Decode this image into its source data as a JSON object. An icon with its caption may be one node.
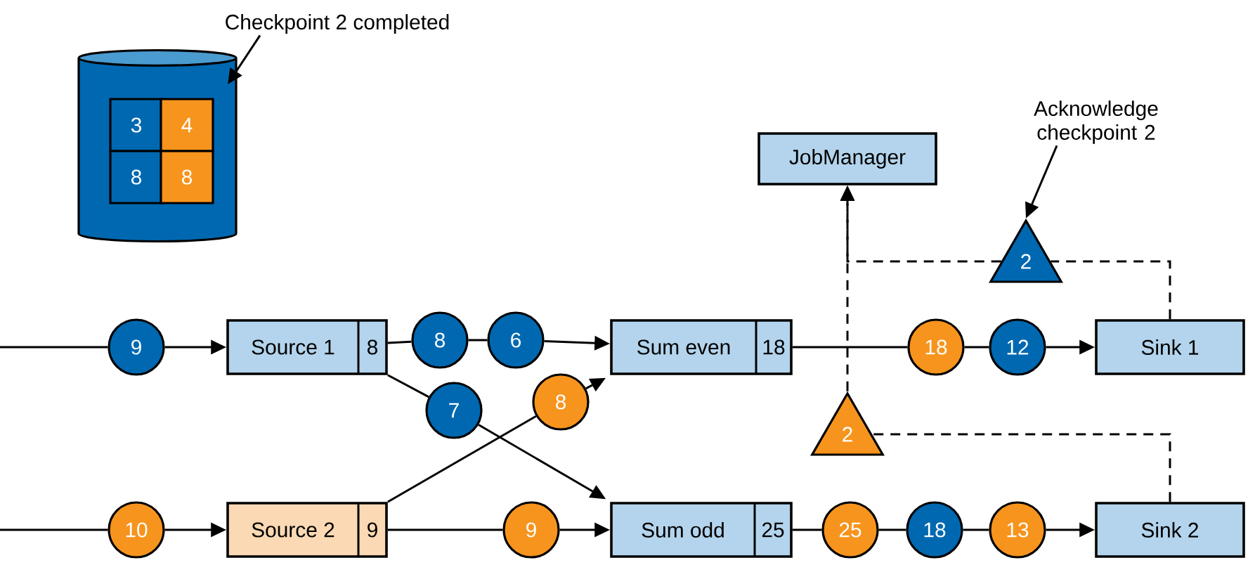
{
  "diagram": {
    "nodes": [
      {
        "text": [
          "Checkpoint 2 completed"
        ]
      },
      {
        "text": [],
        "shape": "cylinder"
      },
      {
        "text": [
          "3"
        ],
        "in": 1
      },
      {
        "text": [
          "4"
        ],
        "in": 1
      },
      {
        "text": [
          "8"
        ],
        "in": 1
      },
      {
        "text": [
          "8"
        ],
        "in": 1
      },
      {
        "text": [
          "JobManager"
        ]
      },
      {
        "text": [
          "Acknowledge checkpoint 2"
        ]
      },
      {
        "text": [
          "2"
        ]
      },
      {
        "text": [
          "2"
        ]
      },
      {
        "text": [
          "9"
        ]
      },
      {
        "text": [
          "Source 1",
          "8"
        ]
      },
      {
        "text": [
          "8"
        ]
      },
      {
        "text": [
          "6"
        ]
      },
      {
        "text": [
          "Sum even",
          "18"
        ]
      },
      {
        "text": [
          "7"
        ]
      },
      {
        "text": [
          "8"
        ]
      },
      {
        "text": [
          "Source 2",
          "9"
        ]
      },
      {
        "text": [
          "10"
        ]
      },
      {
        "text": [
          "9"
        ]
      },
      {
        "text": [
          "Sum odd",
          "25"
        ]
      },
      {
        "text": [
          "18"
        ]
      },
      {
        "text": [
          "12"
        ]
      },
      {
        "text": [
          "Sink 1"
        ]
      },
      {
        "text": [
          "25"
        ]
      },
      {
        "text": [
          "18"
        ]
      },
      {
        "text": [
          "13"
        ]
      },
      {
        "text": [
          "Sink 2"
        ]
      }
    ],
    "edges": [
      {
        "from": null,
        "to": 10,
        "arrow": "none"
      },
      {
        "from": 10,
        "to": 11,
        "arrow": "to"
      },
      {
        "from": 11,
        "to": 12,
        "arrow": "none"
      },
      {
        "from": 12,
        "to": 13,
        "arrow": "none"
      },
      {
        "from": 13,
        "to": 14,
        "arrow": "to"
      },
      {
        "from": 11,
        "to": 15,
        "arrow": "none"
      },
      {
        "from": 15,
        "to": 20,
        "arrow": "to"
      },
      {
        "from": 17,
        "to": 16,
        "arrow": "none"
      },
      {
        "from": 16,
        "to": 14,
        "arrow": "to"
      },
      {
        "from": null,
        "to": 18,
        "arrow": "none"
      },
      {
        "from": 18,
        "to": 17,
        "arrow": "to"
      },
      {
        "from": 17,
        "to": 19,
        "arrow": "none"
      },
      {
        "from": 19,
        "to": 20,
        "arrow": "to"
      },
      {
        "from": 14,
        "to": 21,
        "arrow": "none"
      },
      {
        "from": 21,
        "to": 22,
        "arrow": "none"
      },
      {
        "from": 22,
        "to": 23,
        "arrow": "to"
      },
      {
        "from": 20,
        "to": 24,
        "arrow": "none"
      },
      {
        "from": 24,
        "to": 25,
        "arrow": "none"
      },
      {
        "from": 25,
        "to": 26,
        "arrow": "none"
      },
      {
        "from": 26,
        "to": 27,
        "arrow": "to"
      },
      {
        "from": 23,
        "to": 8,
        "arrow": "none",
        "style": "dashed"
      },
      {
        "from": 8,
        "to": 6,
        "arrow": "to",
        "style": "dashed"
      },
      {
        "from": 27,
        "to": 9,
        "arrow": "none",
        "style": "dashed"
      },
      {
        "from": 9,
        "to": 6,
        "arrow": "to",
        "style": "dashed"
      },
      {
        "from": 0,
        "to": 1,
        "arrow": "to"
      },
      {
        "from": 7,
        "to": 8,
        "arrow": "to"
      }
    ]
  }
}
